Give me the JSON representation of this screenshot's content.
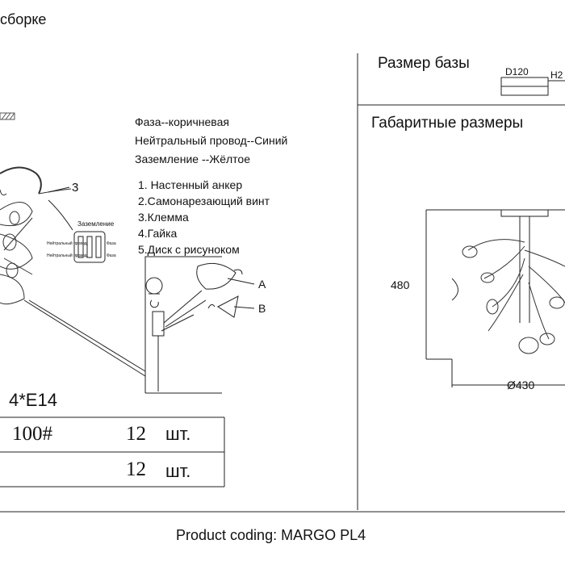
{
  "header": {
    "title_fragment": "сборке"
  },
  "wiring": {
    "phase": "Фаза--коричневая",
    "neutral": "Нейтральный провод--Синий",
    "ground": "Заземление --Жёлтое"
  },
  "parts": [
    "1. Настенный анкер",
    "2.Самонарезающий винт",
    "3.Клемма",
    "4.Гайка",
    "5.Диск с рисуноком"
  ],
  "terminal": {
    "callout": "3",
    "ground_label": "Заземление",
    "neutral_label": "Нейтральный провод",
    "phase_label": "Фаза"
  },
  "callouts": {
    "a": "A",
    "b": "B"
  },
  "bulb_spec": "4*E14",
  "table": {
    "rows": [
      {
        "code": "100#",
        "qty": "12",
        "unit": "шт."
      },
      {
        "code": "",
        "qty": "12",
        "unit": "шт."
      }
    ]
  },
  "base_size": {
    "title": "Размер базы",
    "diameter": "D120",
    "height": "H2"
  },
  "dimensions": {
    "title": "Габаритные размеры",
    "height": "480",
    "diameter": "Ø430"
  },
  "footer": {
    "product_coding": "Product coding: MARGO PL4"
  }
}
